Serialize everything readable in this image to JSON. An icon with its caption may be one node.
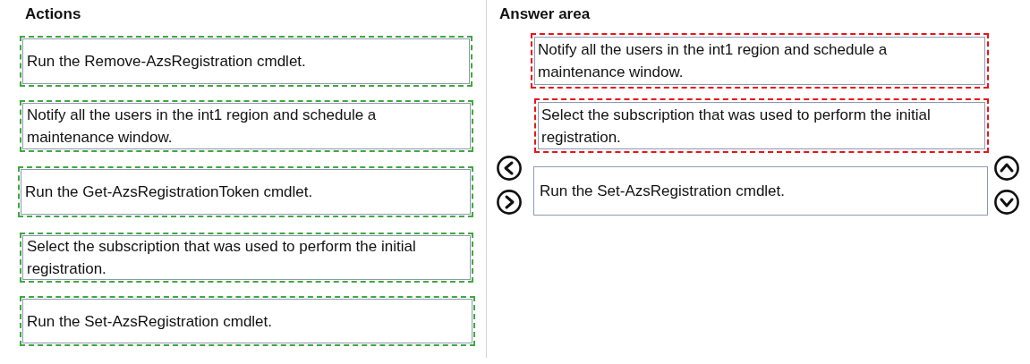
{
  "diagram": {
    "nodes": [
      {
        "text": [
          "Run the Remove-AzsRegistration cmdlet."
        ]
      },
      {
        "text": [
          "Notify all the users in the int1 region and schedule a maintenance window."
        ]
      },
      {
        "text": [
          "Run the Get-AzsRegistrationToken cmdlet."
        ]
      },
      {
        "text": [
          "Select the subscription that was used to perform the initial registration."
        ]
      },
      {
        "text": [
          "Run the Set-AzsRegistration cmdlet."
        ]
      },
      {
        "text": [
          "Notify all the users in the int1 region and schedule a maintenance window."
        ]
      },
      {
        "text": [
          "Select the subscription that was used to perform the initial registration."
        ]
      },
      {
        "text": [
          "Run the Set-AzsRegistration cmdlet."
        ]
      }
    ],
    "labels": [
      "Actions",
      "Answer area"
    ]
  }
}
